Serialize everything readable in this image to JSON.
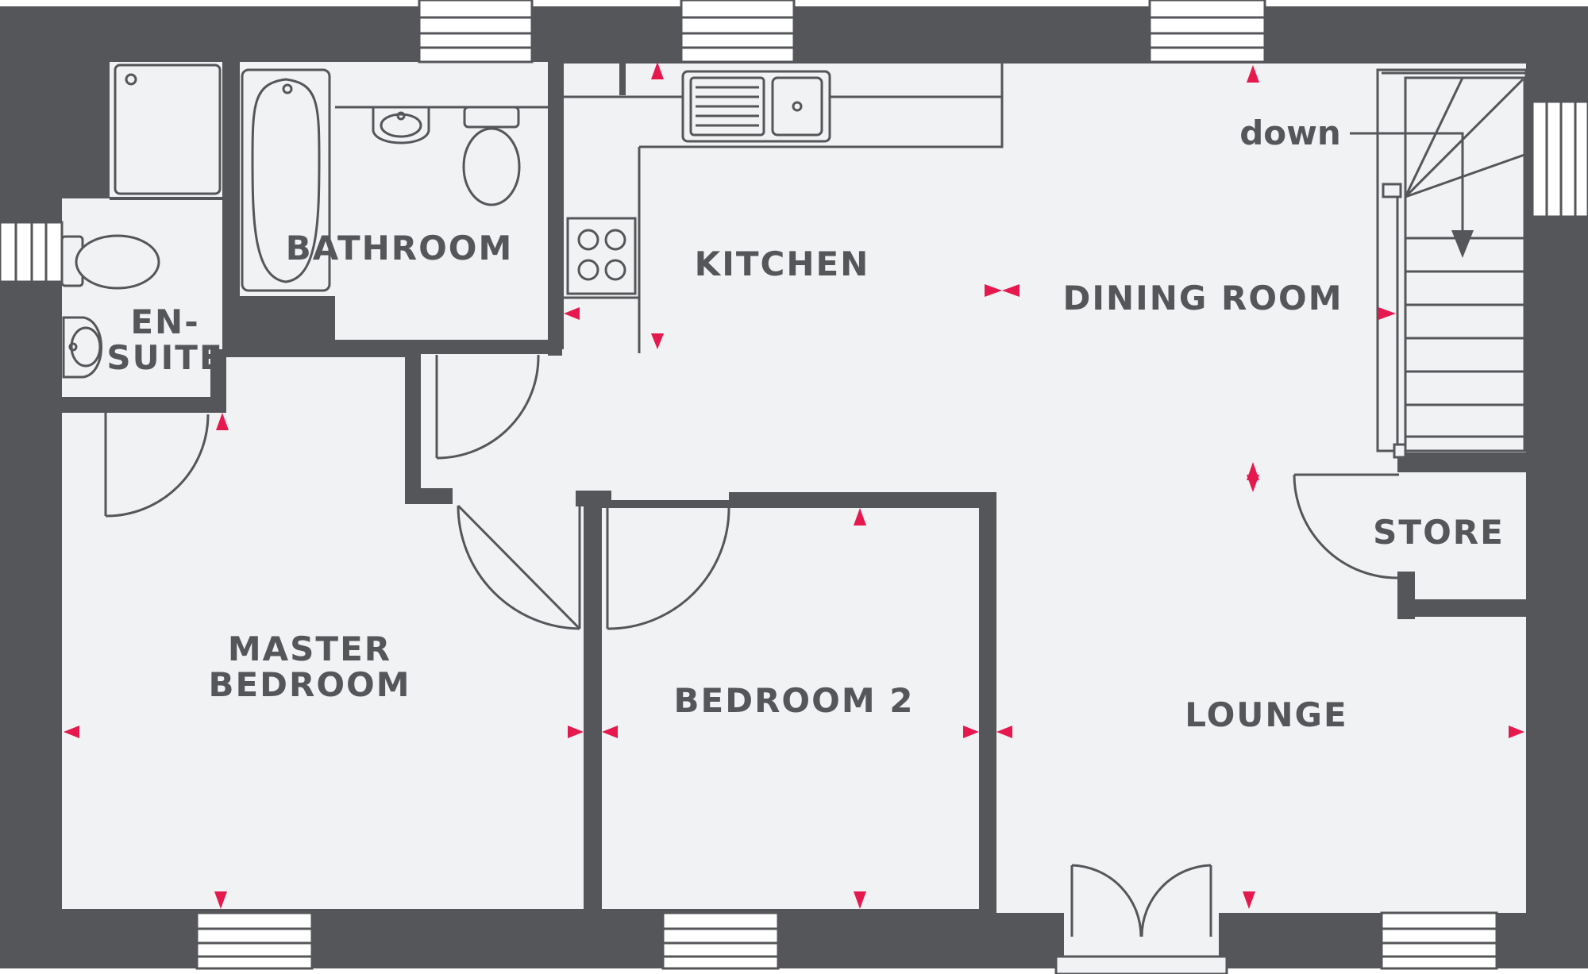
{
  "rooms": {
    "bathroom": "BATHROOM",
    "kitchen": "KITCHEN",
    "dining_room": "DINING ROOM",
    "ensuite_line1": "EN-",
    "ensuite_line2": "SUITE",
    "master_bedroom_line1": "MASTER",
    "master_bedroom_line2": "BEDROOM",
    "bedroom_2": "BEDROOM 2",
    "lounge": "LOUNGE",
    "store": "STORE"
  },
  "stairs_label": "down",
  "colors": {
    "wall": "#55565a",
    "floor": "#f1f2f3",
    "marker": "#e6194f",
    "window": "#ffffff"
  }
}
